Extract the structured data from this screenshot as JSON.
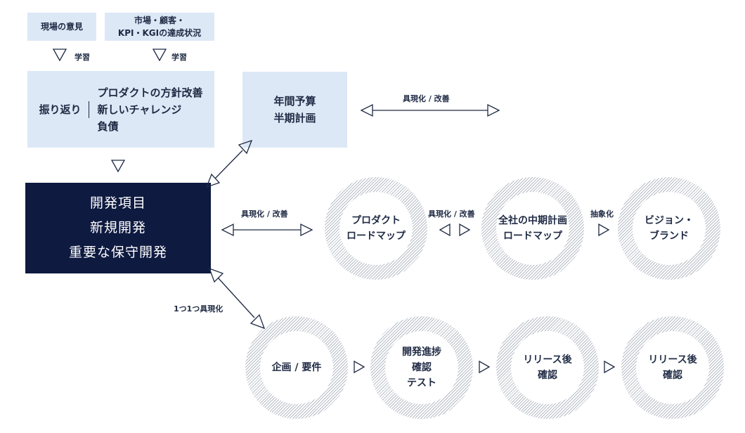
{
  "top": {
    "box1": "現場の意見",
    "box2_line1": "市場・顧客・",
    "box2_line2": "KPI・KGIの達成状況",
    "learn1": "学習",
    "learn2": "学習"
  },
  "review": {
    "label": "振り返り",
    "items": [
      "プロダクトの方針改善",
      "新しいチャレンジ",
      "負債"
    ]
  },
  "budget": {
    "line1": "年間予算",
    "line2": "半期計画"
  },
  "dev": {
    "lines": [
      "開発項目",
      "新規開発",
      "重要な保守開発"
    ]
  },
  "labels": {
    "concrete_top": "具現化 / 改善",
    "concrete_mid": "具現化 / 改善",
    "concrete_mid2": "具現化 / 改善",
    "abstract": "抽象化",
    "one_by_one": "1つ1つ具現化"
  },
  "rings_top": [
    {
      "lines": [
        "プロダクト",
        "ロードマップ"
      ]
    },
    {
      "lines": [
        "全社の中期計画",
        "ロードマップ"
      ]
    },
    {
      "lines": [
        "ビジョン・",
        "ブランド"
      ]
    }
  ],
  "rings_bottom": [
    {
      "lines": [
        "企画 / 要件"
      ]
    },
    {
      "lines": [
        "開発進捗",
        "確認",
        "テスト"
      ]
    },
    {
      "lines": [
        "リリース後",
        "確認"
      ]
    },
    {
      "lines": [
        "リリース後",
        "確認"
      ]
    }
  ]
}
